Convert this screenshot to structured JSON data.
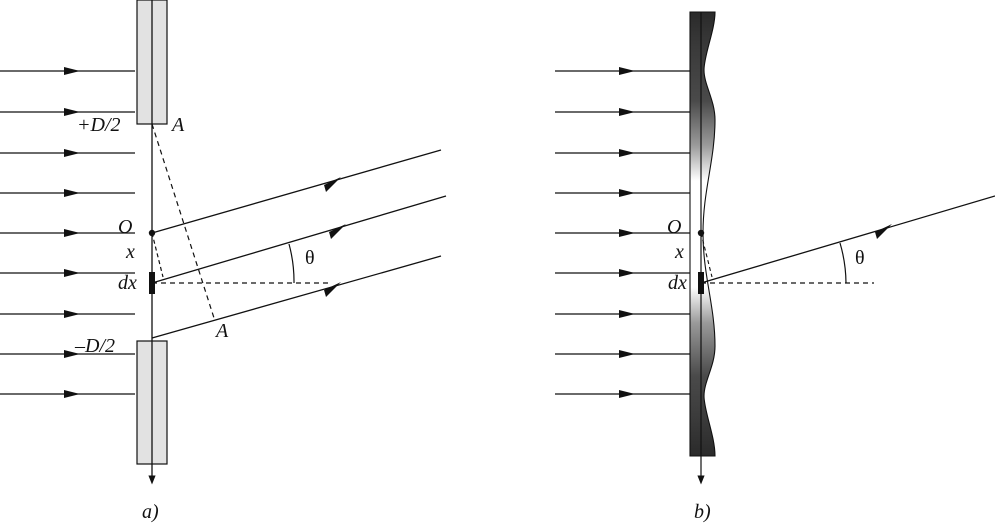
{
  "panel_a": {
    "label_top": "+D/2",
    "label_bottom": "–D/2",
    "label_A_top": "A",
    "label_A_bottom": "A",
    "label_O": "O",
    "label_x": "x",
    "label_dx": "dx",
    "label_theta": "θ",
    "caption": "a)"
  },
  "panel_b": {
    "label_O": "O",
    "label_x": "x",
    "label_dx": "dx",
    "label_theta": "θ",
    "caption": "b)"
  },
  "colors": {
    "stroke": "#111111",
    "screen_fill": "#e2e2e2",
    "gradient_dark": "#2a2a2a",
    "gradient_light": "#ffffff"
  }
}
